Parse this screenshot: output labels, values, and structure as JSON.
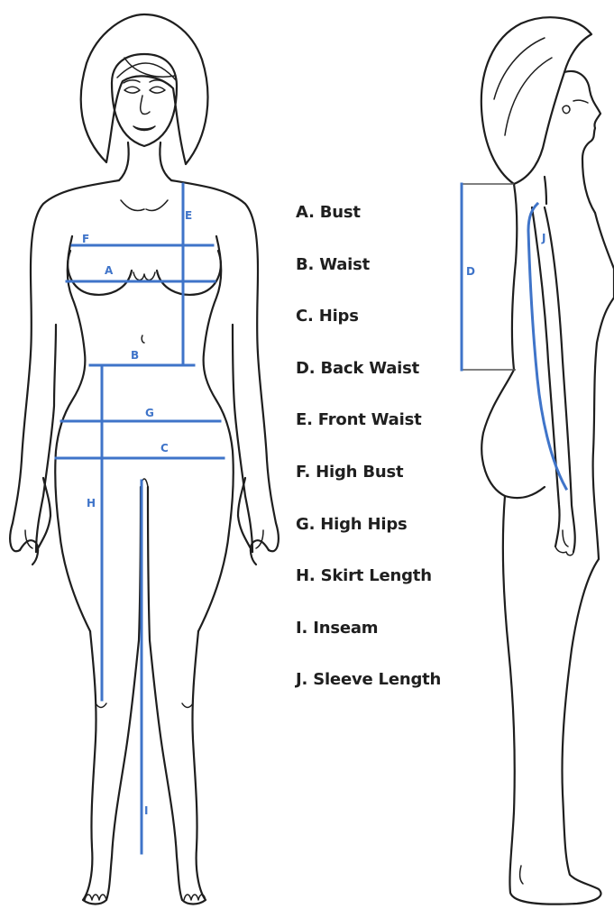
{
  "legend": {
    "items": [
      "A. Bust",
      "B. Waist",
      "C. Hips",
      "D. Back Waist",
      "E. Front Waist",
      "F. High Bust",
      "G. High Hips",
      "H. Skirt Length",
      "I. Inseam",
      "J. Sleeve Length"
    ]
  },
  "markers": {
    "a": "A",
    "b": "B",
    "c": "C",
    "d": "D",
    "e": "E",
    "f": "F",
    "g": "G",
    "h": "H",
    "i": "I",
    "j": "J"
  },
  "colors": {
    "measurement_line": "#3f74c9",
    "outline": "#1e1e1e",
    "label_text": "#1f1f1f"
  }
}
